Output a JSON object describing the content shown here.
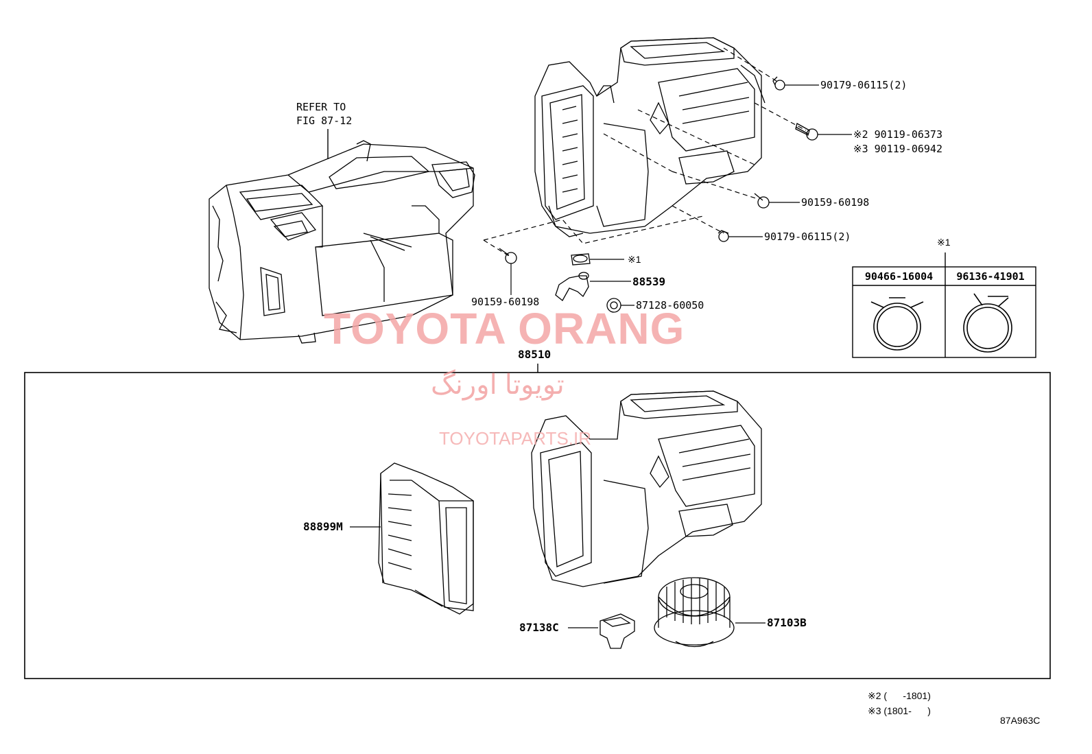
{
  "labels": {
    "refer_to": "REFER TO",
    "fig": "FIG 87-12",
    "p_90179_top": "90179-06115(2)",
    "p_mark2": "※2 90119-06373",
    "p_mark3": "※3 90119-06942",
    "p_90159_right": "90159-60198",
    "p_90179_mid": "90179-06115(2)",
    "p_mark1_clip": "※1",
    "p_88539": "88539",
    "p_87128": "87128-60050",
    "p_90159_left": "90159-60198",
    "p_88510": "88510",
    "p_88899m": "88899M",
    "p_87138c": "87138C",
    "p_87103b": "87103B"
  },
  "clip_table": {
    "note_mark": "※1",
    "columns": [
      "90466-16004",
      "96136-41901"
    ]
  },
  "footnotes": {
    "note2": "※2 (      -1801)",
    "note3": "※3 (1801-      )"
  },
  "figure_code": "87A963C",
  "watermark": {
    "brand": "TOYOTA ORANG",
    "persian": "تویوتا اورنگ",
    "site": "TOYOTAPARTS.IR"
  }
}
